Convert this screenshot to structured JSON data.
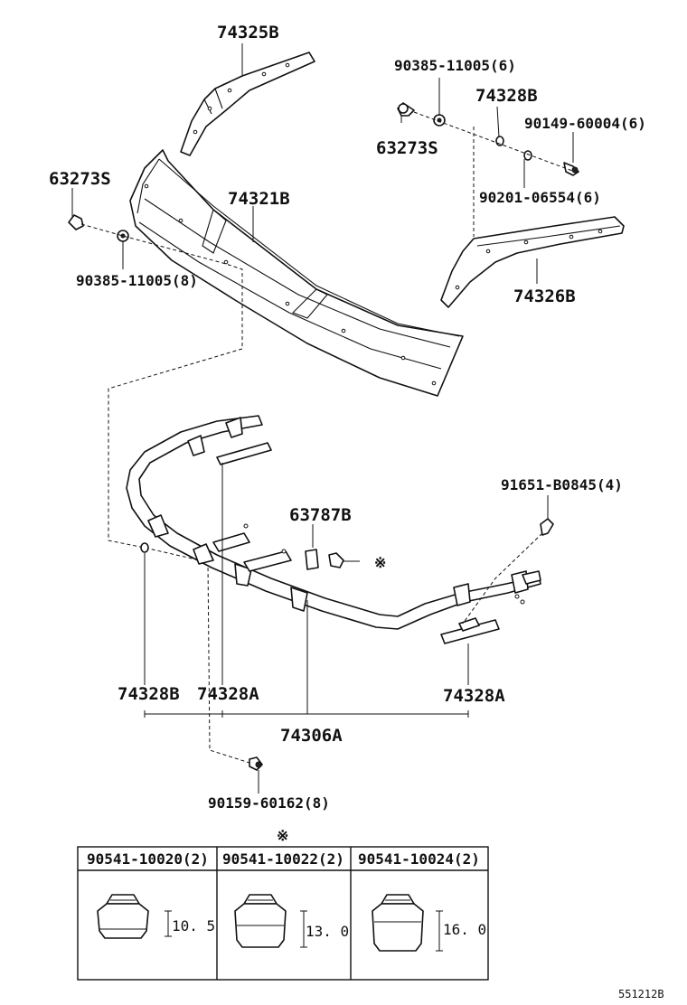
{
  "parts": {
    "p74325B": "74325B",
    "p90385_top": "90385-11005(6)",
    "p74328B_top": "74328B",
    "p90149": "90149-60004(6)",
    "p63273S_right": "63273S",
    "p63273S_left": "63273S",
    "p74321B": "74321B",
    "p90201": "90201-06554(6)",
    "p90385_left": "90385-11005(8)",
    "p74326B": "74326B",
    "p91651": "91651-B0845(4)",
    "p63787B": "63787B",
    "p74328B_bottom": "74328B",
    "p74328A_left": "74328A",
    "p74328A_right": "74328A",
    "p74306A": "74306A",
    "p90159": "90159-60162(8)"
  },
  "asterisk": "※",
  "table": {
    "headers": [
      "90541-10020(2)",
      "90541-10022(2)",
      "90541-10024(2)"
    ],
    "dimensions": [
      "10. 5",
      "13. 0",
      "16. 0"
    ]
  },
  "reference_code": "551212B"
}
